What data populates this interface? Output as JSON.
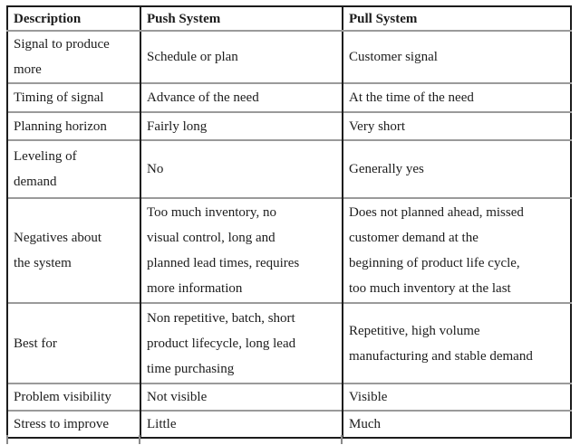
{
  "table": {
    "columns": [
      {
        "label": "Description"
      },
      {
        "label": "Push System"
      },
      {
        "label": "Pull System"
      }
    ],
    "rows": [
      {
        "description": "Signal to produce\nmore",
        "push": "Schedule or plan",
        "pull": "Customer signal"
      },
      {
        "description": "Timing of signal",
        "push": "Advance of the need",
        "pull": "At the time of the need"
      },
      {
        "description": "Planning horizon",
        "push": "Fairly long",
        "pull": "Very short"
      },
      {
        "description": "Leveling of\ndemand",
        "push": "No",
        "pull": "Generally yes"
      },
      {
        "description": "Negatives about\nthe system",
        "push": "Too much inventory, no\nvisual control, long and\nplanned lead times, requires\nmore information",
        "pull": "Does not planned ahead, missed\ncustomer demand at the\nbeginning of product life cycle,\ntoo much inventory at  the last"
      },
      {
        "description": "Best for",
        "push": "Non repetitive, batch, short\nproduct lifecycle, long lead\ntime purchasing",
        "pull": "Repetitive, high volume\nmanufacturing and stable demand"
      },
      {
        "description": "Problem visibility",
        "push": "Not visible",
        "pull": "Visible"
      },
      {
        "description": "Stress to improve",
        "push": "Little",
        "pull": "Much"
      }
    ]
  },
  "colors": {
    "outer_border": "#1c1c1c",
    "inner_rule": "#9a9a9a",
    "text": "#1c1c1c",
    "background": "#ffffff"
  }
}
